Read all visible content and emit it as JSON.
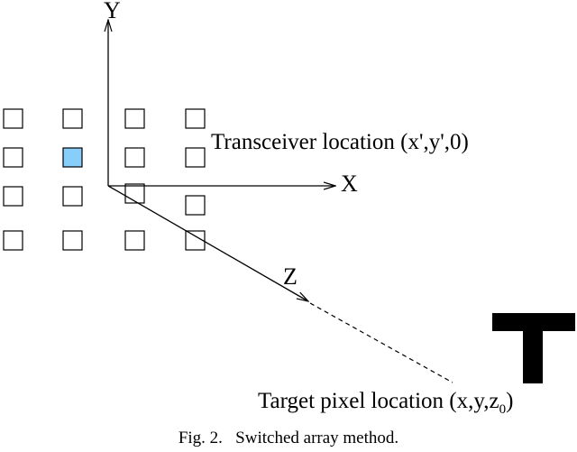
{
  "diagram": {
    "axes": {
      "y_label": "Y",
      "x_label": "X",
      "z_label": "Z"
    },
    "transceiver_label": "Transceiver location (x',y',0)",
    "target_label": {
      "prefix": "Target pixel location (x,y,z",
      "subscript": "0",
      "suffix": ")"
    },
    "target_letter": "T",
    "array": {
      "rows": 4,
      "cols": 4,
      "highlighted": {
        "row": 1,
        "col": 1
      },
      "highlight_color": "#87cefa"
    }
  },
  "caption": "Fig. 2.   Switched array method."
}
